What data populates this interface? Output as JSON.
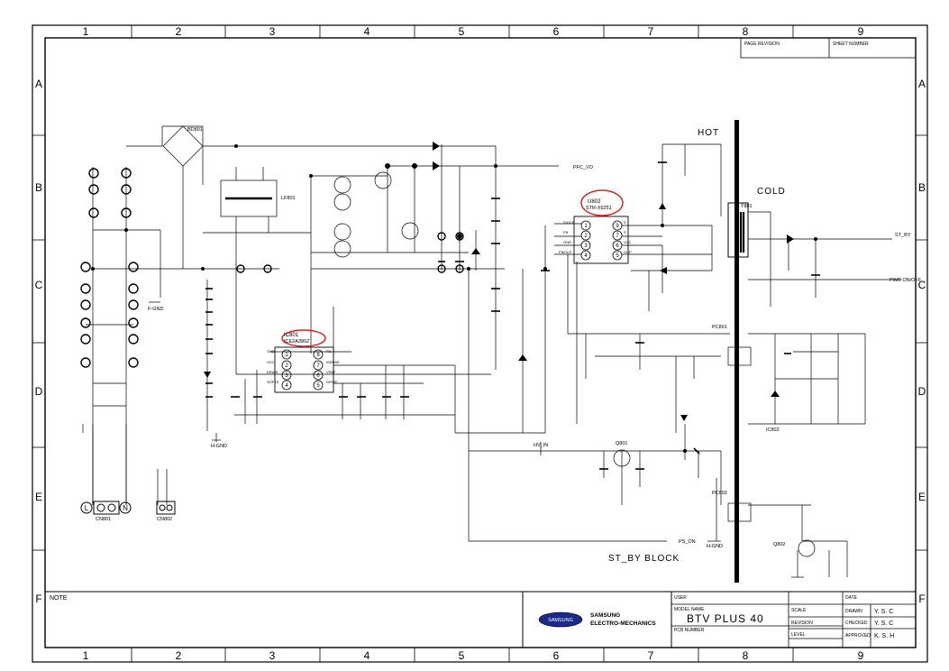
{
  "border": {
    "columns": [
      "1",
      "2",
      "3",
      "4",
      "5",
      "6",
      "7",
      "8",
      "9"
    ],
    "rows": [
      "A",
      "B",
      "C",
      "D",
      "E",
      "F"
    ]
  },
  "header_boxes": {
    "page_revision": "PAGE REVISION",
    "sheet_number": "SHEET NUMBER"
  },
  "zones": {
    "hot": "HOT",
    "cold": "COLD",
    "standby_block": "ST_BY BLOCK"
  },
  "ics": {
    "ic801_ref": "IC801",
    "ic801_part": "ICE2A380Z",
    "ic801_pins": [
      "1",
      "2",
      "3",
      "4",
      "8",
      "7",
      "6",
      "5"
    ],
    "ic801_pin_labels": [
      "GND",
      "VCC",
      "DRAIN",
      "SOFTS",
      "FB",
      "ISENSE",
      "VREF",
      "DRIVE"
    ],
    "u802_ref": "U802",
    "u802_part": "STR-X6251",
    "u802_pins": [
      "1",
      "2",
      "3",
      "4",
      "9",
      "7",
      "6",
      "5"
    ],
    "u802_pin_labels": [
      "S/OCP",
      "FB",
      "GND",
      "FB/OLP",
      "D",
      "S",
      "VCC",
      "OCP"
    ]
  },
  "components": {
    "lf801": "LF801",
    "bd801": "BD801",
    "t801": "T801",
    "cn801": "CN801",
    "cn802": "CN802",
    "l_label": "L",
    "n_label": "N",
    "pc801": "PC801",
    "pc802": "PC802",
    "ic802": "IC802",
    "q801": "Q801",
    "q802": "Q802",
    "st_by": "ST_BY",
    "pwr_on_off": "PWR ON/OFF",
    "ps_on": "PS_ON",
    "hv_in": "HV_IN",
    "pfc_vo": "PFC_VO",
    "f_gnd": "F-GND",
    "h_gnd": "H-GND"
  },
  "title_block": {
    "note_label": "NOTE",
    "company_line1": "SAMSUNG",
    "company_line2": "ELECTRO-MECHANICS",
    "logo_text": "SAMSUNG",
    "user_label": "USER",
    "model_label": "MODEL NAME",
    "model_value": "BTV PLUS 40",
    "pcb_label": "PCB NUMBER",
    "scale_label": "SCALE",
    "revision_label": "REVISION",
    "level_label": "LEVEL",
    "date_label": "DATE",
    "drawn_label": "DRAWN",
    "drawn_value": "Y. S. C",
    "checked_label": "CHECKED",
    "checked_value": "Y. S. C",
    "approved_label": "APPROVED",
    "approved_value": "K. S. H"
  }
}
